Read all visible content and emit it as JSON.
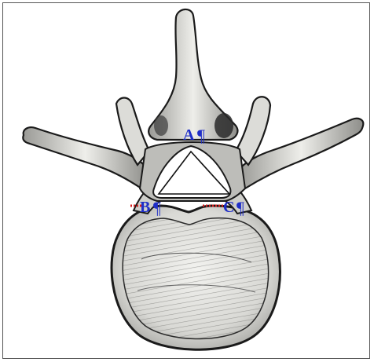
{
  "figure": {
    "subject": "vertebra-top-view",
    "colors": {
      "bone_fill": "#e6e6e2",
      "bone_shade": "#8a8a86",
      "bone_outline": "#1a1a1a",
      "label_color": "#1f2ec8",
      "marker_color": "#d42020",
      "triangle_stroke": "#111111"
    }
  },
  "points": {
    "a": {
      "label": "A",
      "mark": "¶"
    },
    "b": {
      "label": "B",
      "mark": "¶"
    },
    "c": {
      "label": "C",
      "mark": "¶"
    }
  }
}
